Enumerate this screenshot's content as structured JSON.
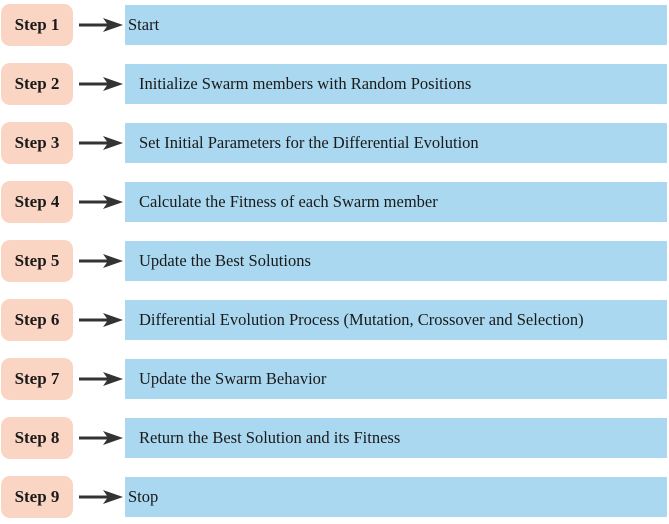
{
  "colors": {
    "badge_fill": "#fbd5c4",
    "box_fill": "#aad8f0",
    "arrow": "#333333",
    "text": "#1a1a1a"
  },
  "steps": [
    {
      "label": "Step 1",
      "text": "Start"
    },
    {
      "label": "Step 2",
      "text": "Initialize Swarm members with Random Positions"
    },
    {
      "label": "Step 3",
      "text": "Set Initial Parameters for the Differential Evolution"
    },
    {
      "label": "Step 4",
      "text": "Calculate the Fitness of each Swarm member"
    },
    {
      "label": "Step 5",
      "text": "Update the Best Solutions"
    },
    {
      "label": "Step 6",
      "text": "Differential Evolution Process (Mutation, Crossover and Selection)"
    },
    {
      "label": "Step 7",
      "text": "Update the Swarm Behavior"
    },
    {
      "label": "Step 8",
      "text": "Return the Best Solution and its Fitness"
    },
    {
      "label": "Step 9",
      "text": "Stop"
    }
  ]
}
